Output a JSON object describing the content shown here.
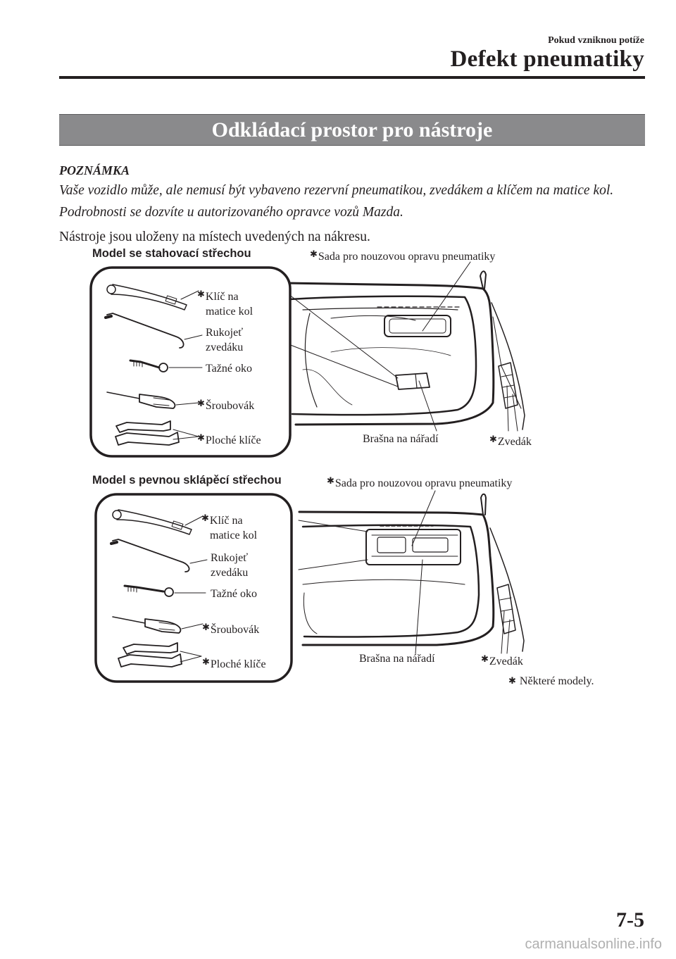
{
  "header": {
    "section_small": "Pokud vzniknou potíže",
    "section_big": "Defekt pneumatiky"
  },
  "title": "Odkládací prostor pro nástroje",
  "note": {
    "heading": "POZNÁMKA",
    "text": "Vaše vozidlo může, ale nemusí být vybaveno rezervní pneumatikou, zvedákem a klíčem na matice kol. Podrobnosti se dozvíte u autorizovaného opravce vozů Mazda."
  },
  "intro": "Nástroje jsou uloženy na místech uvedených na nákresu.",
  "asterisk": "✱",
  "model1": {
    "title": "Model se stahovací střechou",
    "labels": {
      "repair_kit": "Sada pro nouzovou opravu pneumatiky",
      "lug_wrench_1": "Klíč na",
      "lug_wrench_2": "matice kol",
      "jack_handle_1": "Rukojeť",
      "jack_handle_2": "zvedáku",
      "tow_eye": "Tažné oko",
      "screwdriver": "Šroubovák",
      "wrenches": "Ploché klíče",
      "tool_bag": "Brašna na nářadí",
      "jack": "Zvedák"
    }
  },
  "model2": {
    "title": "Model s pevnou sklápěcí střechou",
    "labels": {
      "repair_kit": "Sada pro nouzovou opravu pneumatiky",
      "lug_wrench_1": "Klíč na",
      "lug_wrench_2": "matice kol",
      "jack_handle_1": "Rukojeť",
      "jack_handle_2": "zvedáku",
      "tow_eye": "Tažné oko",
      "screwdriver": "Šroubovák",
      "wrenches": "Ploché klíče",
      "tool_bag": "Brašna na nářadí",
      "jack": "Zvedák"
    }
  },
  "footnote": "Některé modely.",
  "page_number": "7-5",
  "watermark": "carmanualsonline.info"
}
